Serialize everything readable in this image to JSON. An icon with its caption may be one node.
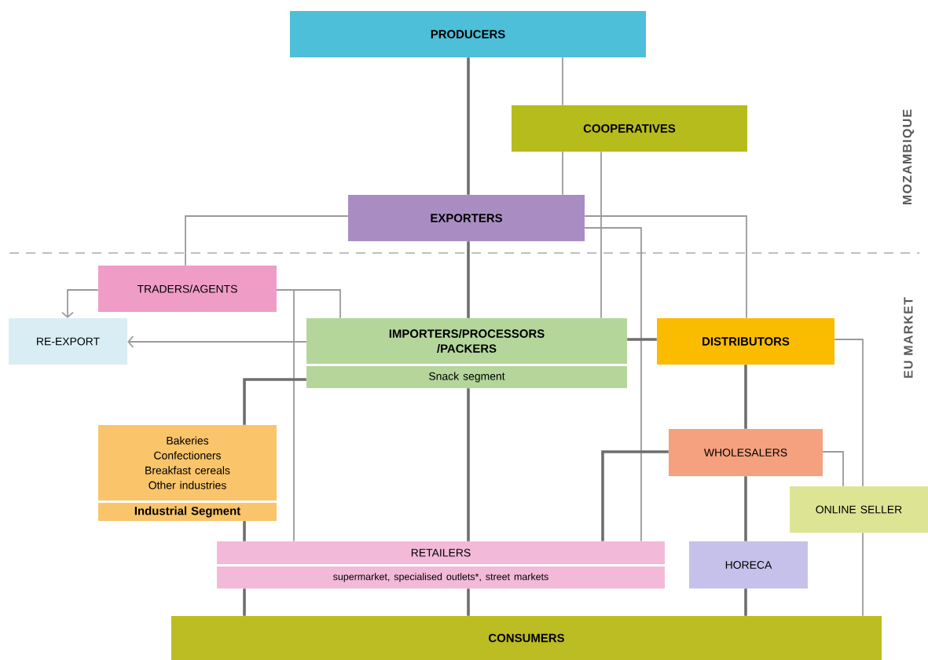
{
  "diagram": {
    "nodes": [
      {
        "text": [
          "PRODUCERS"
        ]
      },
      {
        "text": [
          "COOPERATIVES"
        ]
      },
      {
        "text": [
          "EXPORTERS"
        ]
      },
      {
        "text": [
          "TRADERS/AGENTS"
        ]
      },
      {
        "text": [
          "RE-EXPORT"
        ]
      },
      {
        "text": [
          "IMPORTERS/PROCESSORS /PACKERS",
          "Snack segment"
        ]
      },
      {
        "text": [
          "DISTRIBUTORS"
        ]
      },
      {
        "text": [
          "Bakeries",
          "Confectioners",
          "Breakfast cereals",
          "Other industries",
          "Industrial Segment"
        ]
      },
      {
        "text": [
          "WHOLESALERS"
        ]
      },
      {
        "text": [
          "ONLINE SELLER"
        ]
      },
      {
        "text": [
          "RETAILERS",
          "supermarket, specialised outlets*, street markets"
        ]
      },
      {
        "text": [
          "HORECA"
        ]
      },
      {
        "text": [
          "CONSUMERS"
        ]
      }
    ],
    "edges": [
      {
        "from": 0,
        "to": 2,
        "arrow": "none",
        "style": "thick",
        "color": "#6e6e6e"
      },
      {
        "from": 0,
        "to": 1,
        "arrow": "none"
      },
      {
        "from": 1,
        "to": 2,
        "arrow": "none"
      },
      {
        "from": 1,
        "to": 5,
        "arrow": "none"
      },
      {
        "from": 2,
        "to": 3,
        "arrow": "none"
      },
      {
        "from": 2,
        "to": 5,
        "arrow": "none",
        "style": "thick",
        "color": "#6e6e6e"
      },
      {
        "from": 2,
        "to": 6,
        "arrow": "none"
      },
      {
        "from": 2,
        "to": 10,
        "arrow": "none"
      },
      {
        "from": 3,
        "to": 4,
        "arrow": "to"
      },
      {
        "from": 3,
        "to": 5,
        "arrow": "none"
      },
      {
        "from": 3,
        "to": 10,
        "arrow": "none"
      },
      {
        "from": 5,
        "to": 4,
        "arrow": "to"
      },
      {
        "from": 5,
        "to": 6,
        "arrow": "none",
        "style": "thick",
        "color": "#6e6e6e"
      },
      {
        "from": 5,
        "to": 7,
        "arrow": "none",
        "style": "thick",
        "color": "#6e6e6e"
      },
      {
        "from": 5,
        "to": 10,
        "arrow": "none",
        "style": "thick",
        "color": "#6e6e6e"
      },
      {
        "from": 7,
        "to": 10,
        "arrow": "none",
        "style": "thick",
        "color": "#6e6e6e"
      },
      {
        "from": 10,
        "to": 12,
        "arrow": "none",
        "style": "thick",
        "color": "#6e6e6e"
      },
      {
        "from": 10,
        "to": 12,
        "arrow": "none",
        "style": "thick",
        "color": "#6e6e6e"
      },
      {
        "from": 6,
        "to": 8,
        "arrow": "none",
        "style": "thick",
        "color": "#6e6e6e"
      },
      {
        "from": 6,
        "to": 9,
        "arrow": "none"
      },
      {
        "from": 8,
        "to": 10,
        "arrow": "none",
        "style": "thick",
        "color": "#6e6e6e"
      },
      {
        "from": 8,
        "to": 11,
        "arrow": "none",
        "style": "thick",
        "color": "#6e6e6e"
      },
      {
        "from": 8,
        "to": 9,
        "arrow": "none"
      },
      {
        "from": 9,
        "to": 12,
        "arrow": "none"
      },
      {
        "from": 11,
        "to": 12,
        "arrow": "none",
        "style": "thick",
        "color": "#6e6e6e"
      }
    ],
    "labels": [
      "MOZAMBIQUE",
      "EU MARKET"
    ]
  }
}
